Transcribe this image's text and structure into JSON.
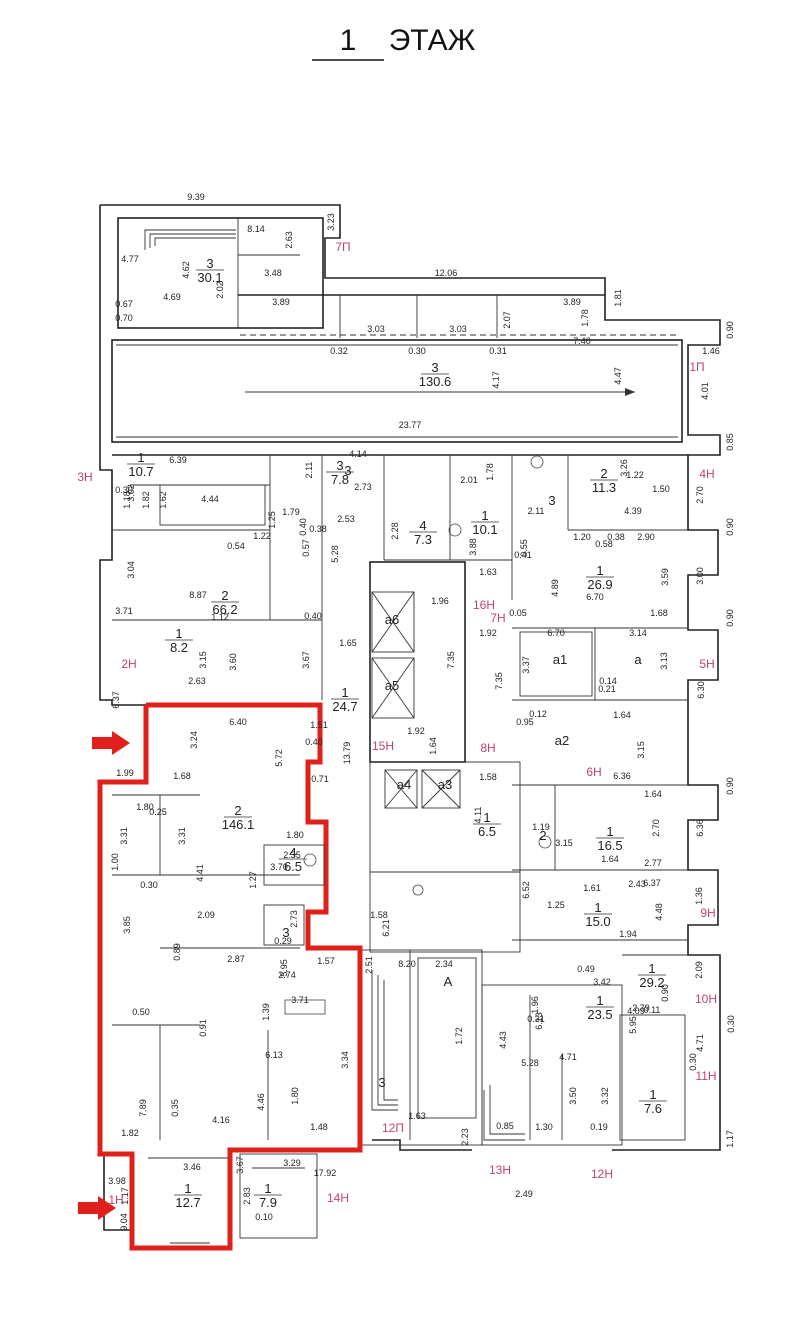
{
  "title": {
    "number": "1",
    "text": "ЭТАЖ"
  },
  "rooms": [
    {
      "id": "r-3-30",
      "num": "3",
      "area": "30.1"
    },
    {
      "id": "r-3-130",
      "num": "3",
      "area": "130.6"
    },
    {
      "id": "r-1-10-7",
      "num": "1",
      "area": "10.7"
    },
    {
      "id": "r-3-7-8",
      "num": "3",
      "area": "7.8"
    },
    {
      "id": "r-4-7-3",
      "num": "4",
      "area": "7.3"
    },
    {
      "id": "r-1-10-1",
      "num": "1",
      "area": "10.1"
    },
    {
      "id": "r-2-11-3",
      "num": "2",
      "area": "11.3"
    },
    {
      "id": "r-2-66-2",
      "num": "2",
      "area": "66.2"
    },
    {
      "id": "r-1-8-2",
      "num": "1",
      "area": "8.2"
    },
    {
      "id": "r-1-26-9",
      "num": "1",
      "area": "26.9"
    },
    {
      "id": "r-1-24-7",
      "num": "1",
      "area": "24.7"
    },
    {
      "id": "r-2-146-1",
      "num": "2",
      "area": "146.1"
    },
    {
      "id": "r-4-6-5",
      "num": "4",
      "area": "6.5"
    },
    {
      "id": "r-1-6-5",
      "num": "1",
      "area": "6.5"
    },
    {
      "id": "r-1-16-5",
      "num": "1",
      "area": "16.5"
    },
    {
      "id": "r-1-15-0",
      "num": "1",
      "area": "15.0"
    },
    {
      "id": "r-1-29-2",
      "num": "1",
      "area": "29.2"
    },
    {
      "id": "r-1-23-5",
      "num": "1",
      "area": "23.5"
    },
    {
      "id": "r-1-7-6",
      "num": "1",
      "area": "7.6"
    },
    {
      "id": "r-1-12-7",
      "num": "1",
      "area": "12.7"
    },
    {
      "id": "r-1-7-9",
      "num": "1",
      "area": "7.9"
    }
  ],
  "single_labels": [
    "3",
    "3",
    "2",
    "3",
    "а1",
    "а",
    "а2",
    "а6",
    "а5",
    "а4",
    "а3",
    "А",
    "3"
  ],
  "entrances": [
    "7П",
    "1П",
    "3Н",
    "4Н",
    "2Н",
    "16Н",
    "7Н",
    "5Н",
    "15Н",
    "8Н",
    "6Н",
    "9Н",
    "10Н",
    "11Н",
    "12П",
    "13Н",
    "12Н",
    "14Н",
    "1Н"
  ],
  "dimensions": [
    "9.39",
    "8.14",
    "3.23",
    "2.63",
    "4.77",
    "4.62",
    "3.48",
    "4.69",
    "2.02",
    "0.67",
    "0.70",
    "12.06",
    "3.89",
    "3.89",
    "1.81",
    "3.03",
    "3.03",
    "2.07",
    "1.78",
    "0.90",
    "0.32",
    "0.30",
    "0.31",
    "7.40",
    "1.46",
    "4.17",
    "4.47",
    "4.01",
    "23.77",
    "0.85",
    "6.39",
    "4.14",
    "2.11",
    "1.78",
    "3.26",
    "1.22",
    "2.70",
    "1.50",
    "0.30",
    "1.18",
    "3.02",
    "1.82",
    "1.62",
    "4.44",
    "2.73",
    "2.01",
    "2.11",
    "4.39",
    "0.90",
    "1.25",
    "1.79",
    "2.53",
    "2.28",
    "3.88",
    "1.20",
    "0.58",
    "0.38",
    "2.90",
    "0.54",
    "1.22",
    "0.40",
    "0.57",
    "0.38",
    "5.28",
    "0.55",
    "0.41",
    "4.89",
    "3.59",
    "3.00",
    "3.04",
    "8.87",
    "1.63",
    "1.96",
    "6.70",
    "0.90",
    "3.71",
    "1.12",
    "0.40",
    "1.92",
    "0.05",
    "1.68",
    "6.70",
    "3.14",
    "1.65",
    "7.35",
    "7.35",
    "3.37",
    "3.13",
    "0.14",
    "3.15",
    "3.60",
    "3.67",
    "6.37",
    "2.63",
    "6.30",
    "0.21",
    "6.40",
    "3.24",
    "1.51",
    "0.40",
    "13.79",
    "1.92",
    "1.64",
    "0.95",
    "0.12",
    "1.64",
    "3.15",
    "1.99",
    "1.68",
    "5.72",
    "0.71",
    "1.58",
    "6.36",
    "0.90",
    "1.80",
    "4.11",
    "1.64",
    "3.31",
    "3.31",
    "0.25",
    "1.00",
    "1.80",
    "2.35",
    "1.19",
    "3.15",
    "2.70",
    "6.36",
    "1.64",
    "2.77",
    "3.70",
    "0.30",
    "4.41",
    "1.27",
    "6.52",
    "1.61",
    "2.43",
    "6.37",
    "1.36",
    "2.09",
    "2.73",
    "1.25",
    "4.48",
    "1.58",
    "1.94",
    "6.21",
    "0.29",
    "3.85",
    "0.89",
    "2.87",
    "5.95",
    "1.57",
    "2.51",
    "8.20",
    "2.34",
    "0.49",
    "2.09",
    "2.74",
    "3.42",
    "0.90",
    "3.71",
    "0.30",
    "0.50",
    "0.91",
    "1.39",
    "1.96",
    "5.95",
    "2.79",
    "0.11",
    "1.72",
    "6.13",
    "0.31",
    "4.09",
    "4.43",
    "4.71",
    "4.71",
    "0.30",
    "7.89",
    "0.35",
    "6.13",
    "3.34",
    "5.28",
    "3.32",
    "4.46",
    "1.80",
    "3.50",
    "4.16",
    "1.82",
    "1.48",
    "1.63",
    "2.23",
    "0.85",
    "1.30",
    "0.19",
    "1.17",
    "3.98",
    "3.67",
    "3.29",
    "17.92",
    "3.46",
    "2.83",
    "2.49",
    "1.17",
    "9.04",
    "0.10"
  ],
  "colors": {
    "highlight": "#e0201b",
    "entrance_label": "#c0446a",
    "lines": "#222222"
  }
}
